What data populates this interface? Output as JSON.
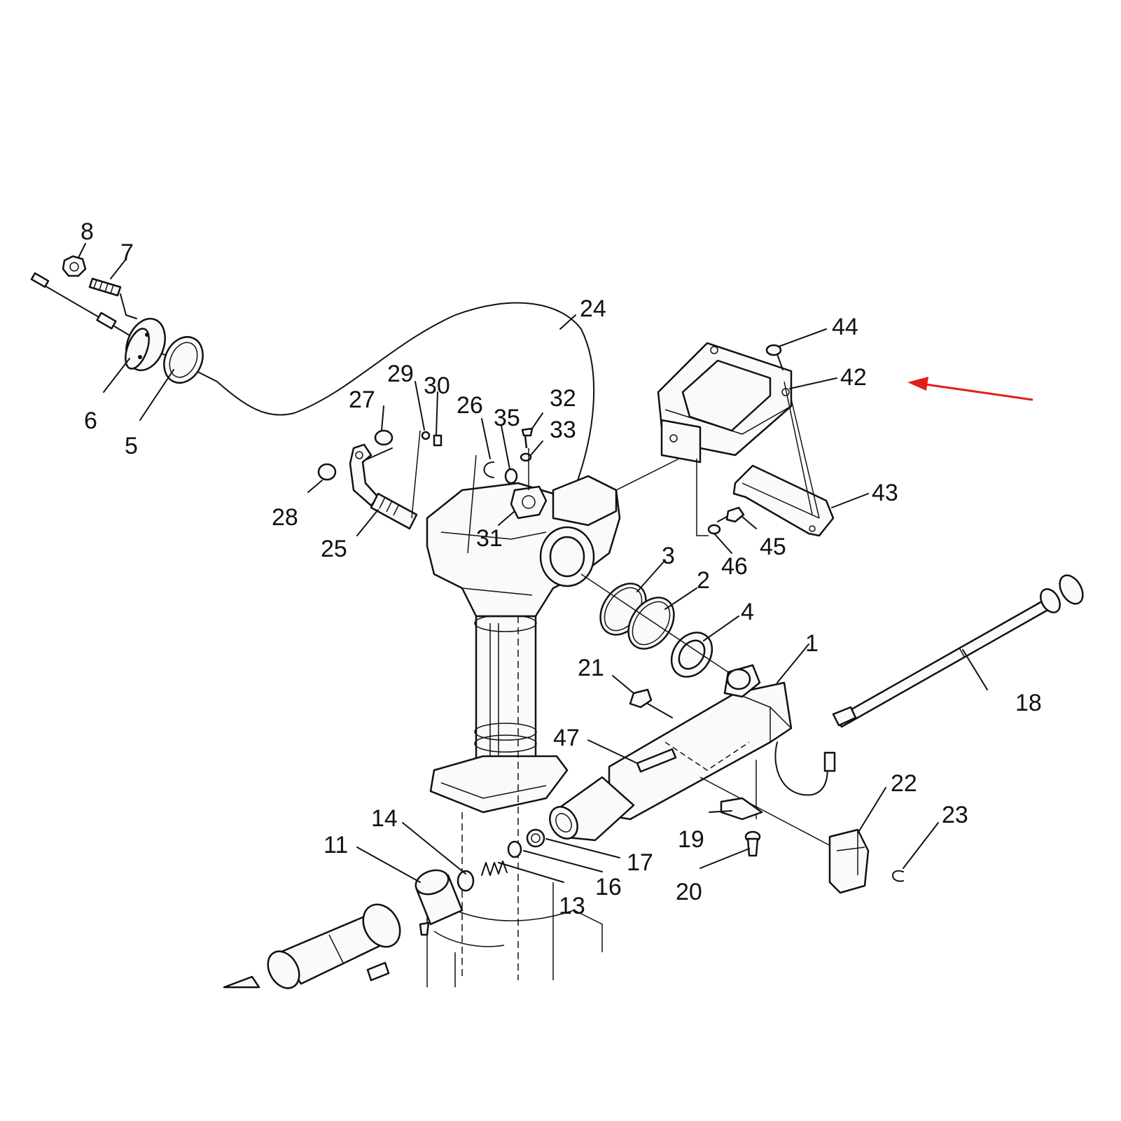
{
  "diagram": {
    "labels": {
      "p1": "1",
      "p2": "2",
      "p3": "3",
      "p4": "4",
      "p5": "5",
      "p6": "6",
      "p7": "7",
      "p8": "8",
      "p11": "11",
      "p13": "13",
      "p14": "14",
      "p16": "16",
      "p17": "17",
      "p18": "18",
      "p19": "19",
      "p20": "20",
      "p21": "21",
      "p22": "22",
      "p23": "23",
      "p24": "24",
      "p25": "25",
      "p26": "26",
      "p27": "27",
      "p28": "28",
      "p29": "29",
      "p30": "30",
      "p31": "31",
      "p32": "32",
      "p33": "33",
      "p35": "35",
      "p42": "42",
      "p43": "43",
      "p44": "44",
      "p45": "45",
      "p46": "46",
      "p47": "47"
    },
    "arrow_color": "#e0201a"
  }
}
